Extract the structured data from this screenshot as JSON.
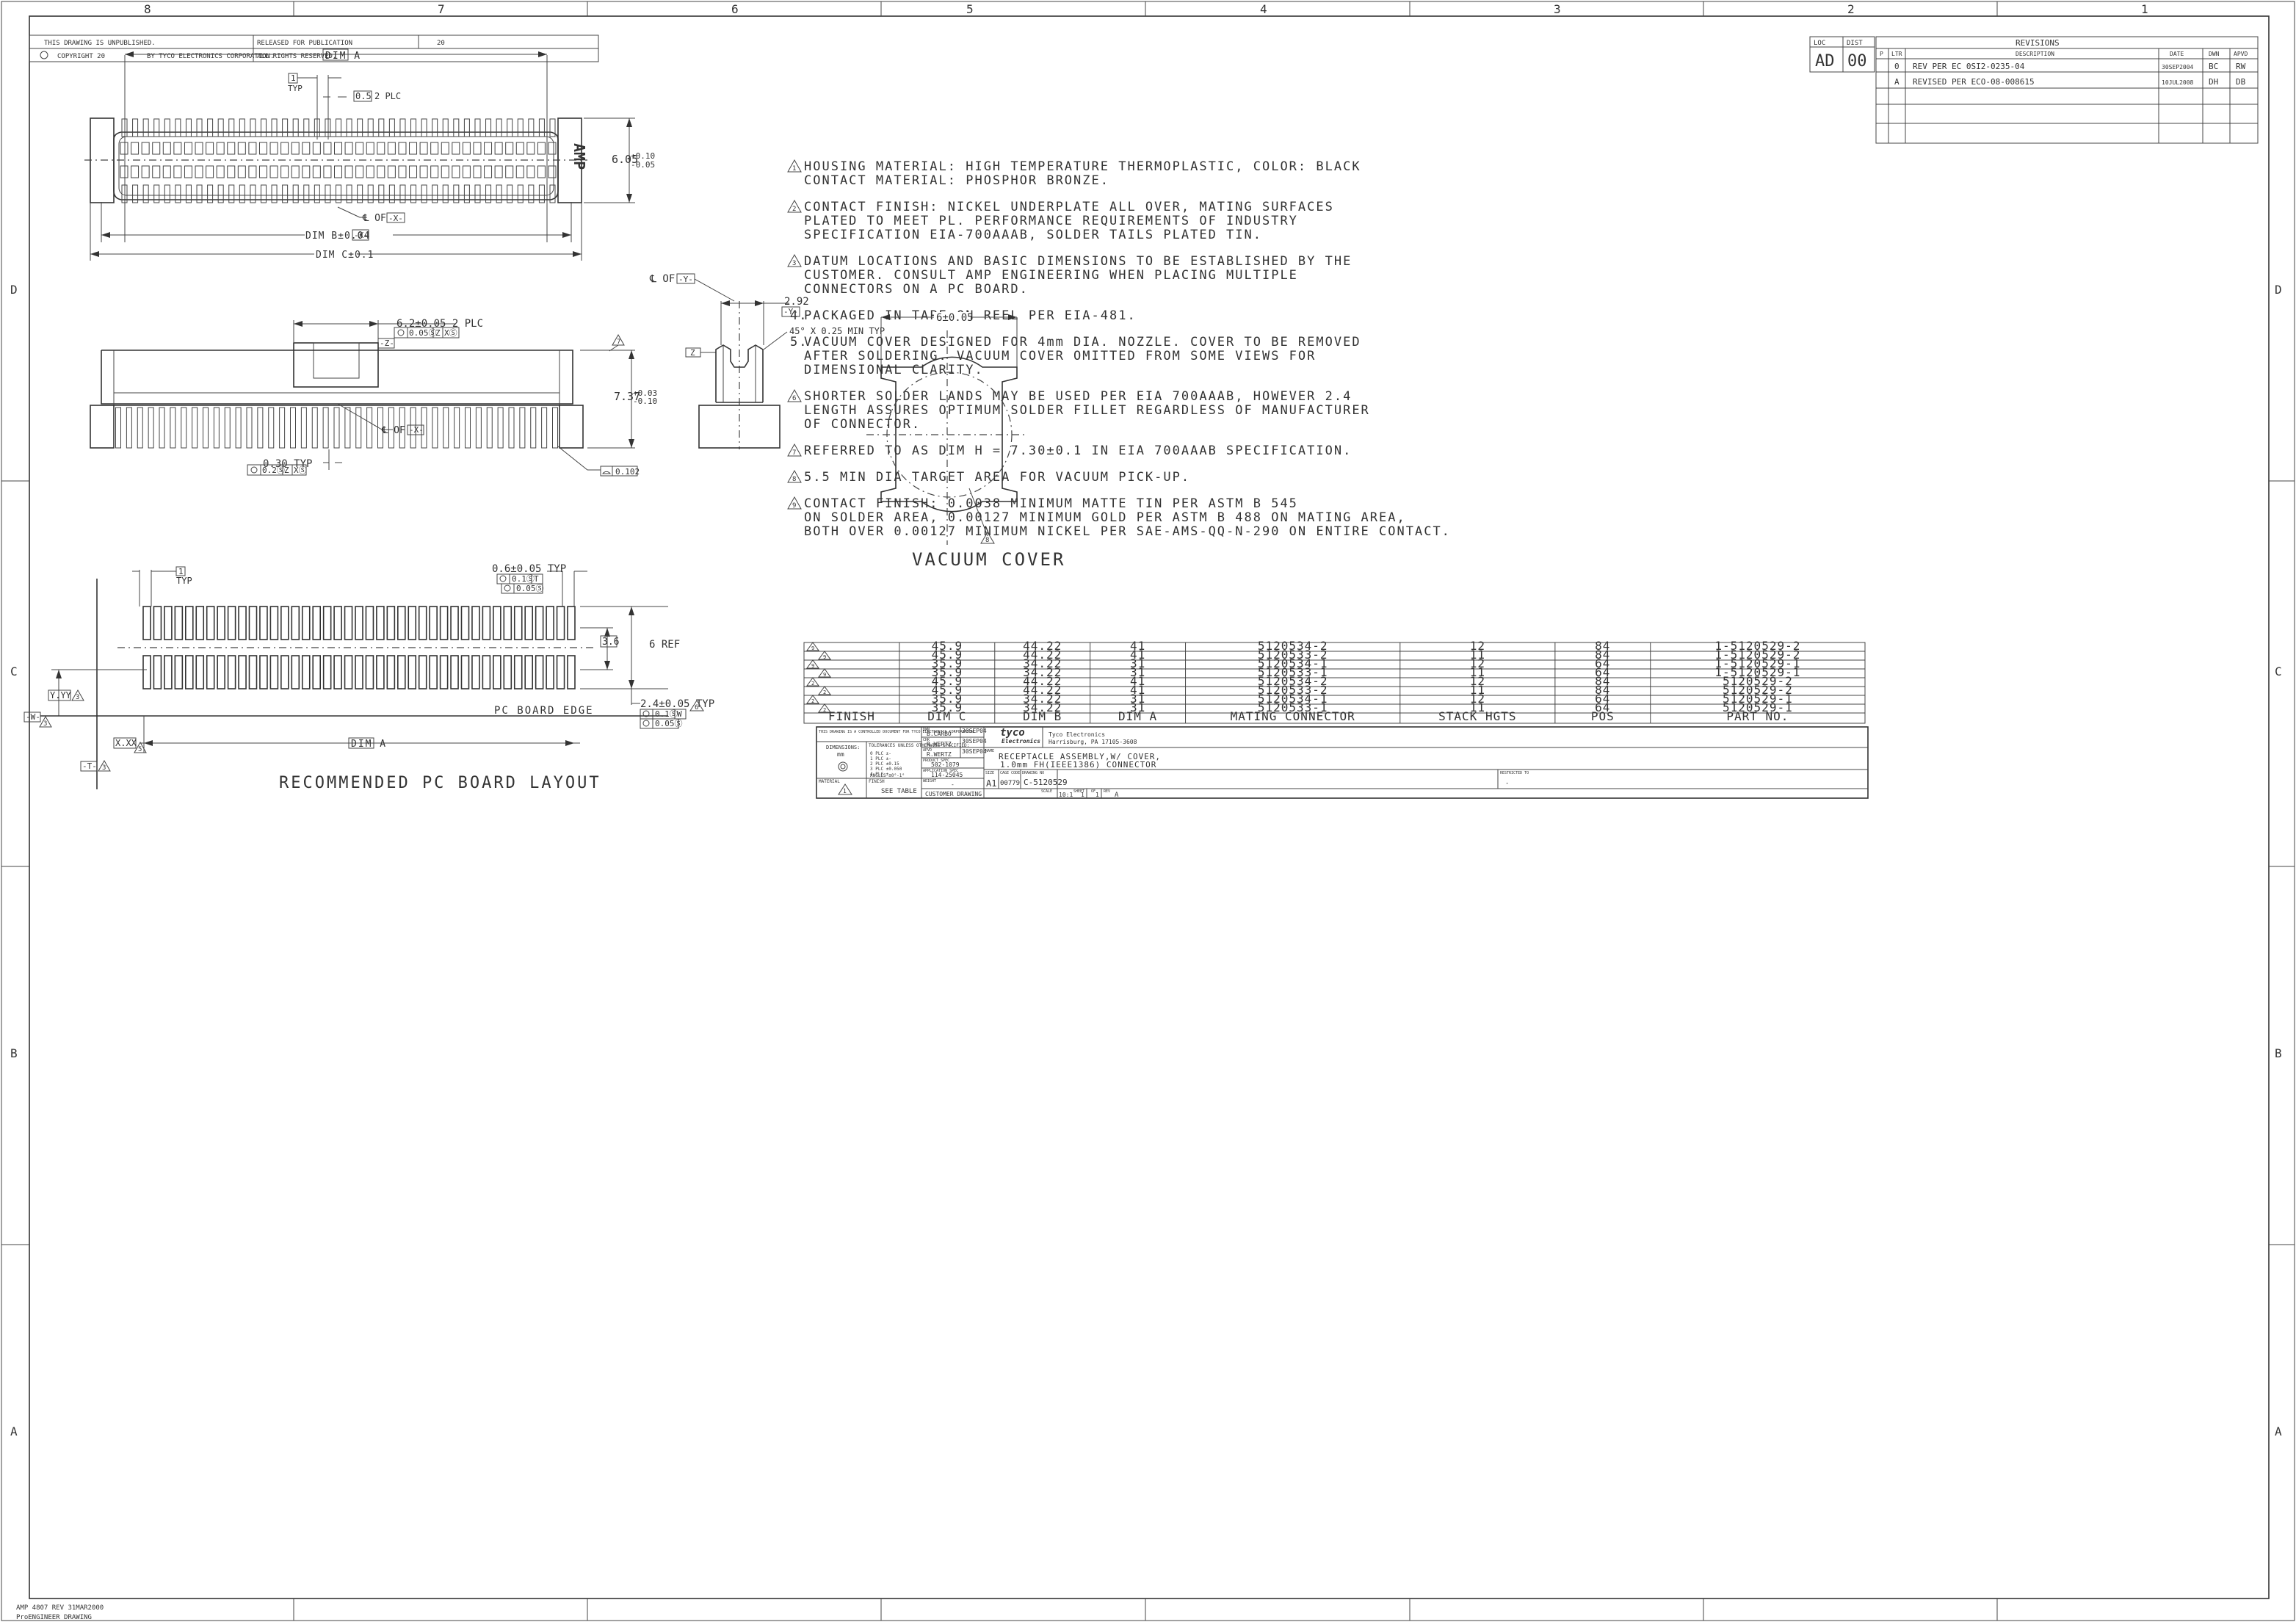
{
  "zones": {
    "columns": [
      "8",
      "7",
      "6",
      "5",
      "4",
      "3",
      "2",
      "1"
    ],
    "rows": [
      "D",
      "C",
      "B",
      "A"
    ]
  },
  "title_strip": {
    "unpublished": "THIS DRAWING IS UNPUBLISHED.",
    "copyright": "COPYRIGHT 20",
    "by": "BY TYCO ELECTRONICS CORPORATION.",
    "released": "RELEASED FOR PUBLICATION",
    "rights": "ALL RIGHTS RESERVED.",
    "release_code": "20"
  },
  "loc_dist": {
    "loc_label": "LOC",
    "loc": "AD",
    "dist_label": "DIST",
    "dist": "00"
  },
  "revisions": {
    "title": "REVISIONS",
    "headers": [
      "P",
      "LTR",
      "DESCRIPTION",
      "DATE",
      "DWN",
      "APVD"
    ],
    "rows": [
      {
        "ltr": "0",
        "desc": "REV PER EC 0SI2-0235-04",
        "date": "30SEP2004",
        "dwn": "BC",
        "apvd": "RW"
      },
      {
        "ltr": "A",
        "desc": "REVISED PER ECO-08-008615",
        "date": "10JUL2008",
        "dwn": "DH",
        "apvd": "DB"
      }
    ]
  },
  "notes": [
    {
      "num": "1",
      "flag": true,
      "lines": [
        "HOUSING MATERIAL: HIGH TEMPERATURE THERMOPLASTIC,  COLOR: BLACK",
        "CONTACT MATERIAL: PHOSPHOR BRONZE."
      ]
    },
    {
      "num": "2",
      "flag": true,
      "lines": [
        "CONTACT FINISH: NICKEL UNDERPLATE ALL OVER, MATING SURFACES",
        "PLATED TO MEET PL. PERFORMANCE REQUIREMENTS OF INDUSTRY",
        "SPECIFICATION EIA-700AAAB, SOLDER TAILS PLATED TIN."
      ]
    },
    {
      "num": "3",
      "flag": true,
      "lines": [
        "DATUM LOCATIONS AND BASIC DIMENSIONS TO BE ESTABLISHED BY THE",
        "CUSTOMER. CONSULT AMP ENGINEERING WHEN PLACING MULTIPLE",
        "CONNECTORS ON A PC BOARD."
      ]
    },
    {
      "num": "4.",
      "flag": false,
      "lines": [
        "PACKAGED IN TAPE ON REEL PER EIA-481."
      ]
    },
    {
      "num": "5.",
      "flag": false,
      "lines": [
        "VACUUM COVER DESIGNED FOR 4mm DIA. NOZZLE. COVER TO BE REMOVED",
        "AFTER SOLDERING. VACUUM COVER OMITTED FROM SOME VIEWS FOR",
        "DIMENSIONAL CLARITY."
      ]
    },
    {
      "num": "6",
      "flag": true,
      "lines": [
        "SHORTER SOLDER LANDS MAY BE USED PER EIA 700AAAB, HOWEVER 2.4",
        "LENGTH ASSURES OPTIMUM SOLDER FILLET REGARDLESS OF MANUFACTURER",
        "OF CONNECTOR."
      ]
    },
    {
      "num": "7",
      "flag": true,
      "lines": [
        "REFERRED TO AS DIM H = 7.30±0.1 IN EIA 700AAAB SPECIFICATION."
      ]
    },
    {
      "num": "8",
      "flag": true,
      "lines": [
        "5.5 MIN DIA TARGET AREA FOR VACUUM PICK-UP."
      ]
    },
    {
      "num": "9",
      "flag": true,
      "lines": [
        "CONTACT FINISH: 0.0038  MINIMUM MATTE TIN PER ASTM B 545",
        "ON SOLDER AREA, 0.00127 MINIMUM GOLD PER ASTM B 488 ON MATING AREA,",
        "BOTH OVER 0.00127 MINIMUM NICKEL PER SAE-AMS-QQ-N-290 ON ENTIRE CONTACT."
      ]
    }
  ],
  "top_view": {
    "dim_a": "DIM A",
    "typ_box": "1",
    "typ": "TYP",
    "plc_box": "0.5",
    "plc": "2 PLC",
    "height": "6.05",
    "height_tol_plus": "+0.10",
    "height_tol_minus": "-0.05",
    "cl_of": "℄ OF",
    "x_datum": "-X-",
    "dim_b": "DIM B±0.04",
    "dim_c": "DIM C±0.1",
    "logo": "AMP"
  },
  "side_view": {
    "width": "6.2±0.05 2 PLC",
    "fcf_tol": "0.05Ⓢ",
    "fcf_ref1": "Z",
    "fcf_ref2": "XⓈ",
    "z_datum": "-Z-",
    "note7": "7",
    "height": "7.37",
    "height_tol_plus": "+0.03",
    "height_tol_minus": "-0.10",
    "cl_of": "℄ OF",
    "x_datum": "-X-",
    "pitch": "0.30 TYP",
    "pos_tol": "0.2Ⓢ",
    "pos_ref1": "Z",
    "pos_ref2": "XⓈ",
    "flatness": "0.102"
  },
  "end_view": {
    "cl_of": "℄ OF",
    "y_datum": "-Y-",
    "width": "2.92",
    "chamfer": "45° X 0.25 MIN TYP",
    "z_label": "Z"
  },
  "vacuum_cover": {
    "width": "6±0.05",
    "note8": "8",
    "label": "VACUUM COVER"
  },
  "pcb_layout": {
    "typ_box": "1",
    "typ": "TYP",
    "pad_width": "0.6±0.05 TYP",
    "fcf1_tol": "0.1Ⓢ",
    "fcf1_ref": "T",
    "fcf2_tol": "0.05Ⓢ",
    "row_pitch": "3.6",
    "ref": "6 REF",
    "yy": "Y.YY",
    "note3": "3",
    "w_datum": "-W-",
    "xx": "X.XX",
    "note5": "5",
    "t_datum": "-T-",
    "pcb_edge": "PC BOARD EDGE",
    "dim_a": "DIM A",
    "pad_len": "2.4±0.05 TYP",
    "note6": "6",
    "pfcf1_tol": "0.1Ⓢ",
    "pfcf1_ref": "W",
    "pfcf2_tol": "0.05Ⓢ",
    "label": "RECOMMENDED PC BOARD LAYOUT"
  },
  "part_table": {
    "headers": [
      "FINISH",
      "DIM C",
      "DIM B",
      "DIM A",
      "MATING CONNECTOR",
      "STACK HGTS",
      "POS",
      "PART NO."
    ],
    "rows": [
      {
        "flag": "9",
        "sub": "",
        "c": "45.9",
        "b": "44.22",
        "a": "41",
        "mate": "5120534-2",
        "stack": "12",
        "pos": "84",
        "part": "1-5120529-2"
      },
      {
        "flag": "",
        "sub": "9",
        "c": "45.9",
        "b": "44.22",
        "a": "41",
        "mate": "5120533-2",
        "stack": "11",
        "pos": "84",
        "part": "1-5120529-2"
      },
      {
        "flag": "9",
        "sub": "",
        "c": "35.9",
        "b": "34.22",
        "a": "31",
        "mate": "5120534-1",
        "stack": "12",
        "pos": "64",
        "part": "1-5120529-1"
      },
      {
        "flag": "",
        "sub": "9",
        "c": "35.9",
        "b": "34.22",
        "a": "31",
        "mate": "5120533-1",
        "stack": "11",
        "pos": "64",
        "part": "1-5120529-1"
      },
      {
        "flag": "2",
        "sub": "",
        "c": "45.9",
        "b": "44.22",
        "a": "41",
        "mate": "5120534-2",
        "stack": "12",
        "pos": "84",
        "part": "5120529-2"
      },
      {
        "flag": "",
        "sub": "2",
        "c": "45.9",
        "b": "44.22",
        "a": "41",
        "mate": "5120533-2",
        "stack": "11",
        "pos": "84",
        "part": "5120529-2"
      },
      {
        "flag": "2",
        "sub": "",
        "c": "35.9",
        "b": "34.22",
        "a": "31",
        "mate": "5120534-1",
        "stack": "12",
        "pos": "64",
        "part": "5120529-1"
      },
      {
        "flag": "",
        "sub": "2",
        "c": "35.9",
        "b": "34.22",
        "a": "31",
        "mate": "5120533-1",
        "stack": "11",
        "pos": "64",
        "part": "5120529-1"
      }
    ]
  },
  "title_block": {
    "dwn_label": "DWN",
    "dwn": "B.CARBO",
    "dwn_date": "30SEP04",
    "chk_label": "CHK",
    "chk": "R.WERTZ",
    "chk_date": "30SEP04",
    "apvd_label": "APVD",
    "apvd": "R.WERTZ",
    "apvd_date": "30SEP04",
    "product_spec_label": "PRODUCT SPEC",
    "product_spec": "502-1079",
    "app_spec_label": "APPLICATION SPEC",
    "app_spec": "114-25045",
    "weight_label": "WEIGHT",
    "weight": "-",
    "finish_label": "FINISH",
    "finish": "SEE TABLE",
    "material_label": "MATERIAL",
    "material_flag": "1",
    "dimensions_label": "DIMENSIONS:",
    "units": "mm",
    "tol_heading": "TOLERANCES UNLESS OTHERWISE SPECIFIED:",
    "tol_lines": [
      "0 PLC    ±-",
      "1 PLC    ±-",
      "2 PLC    ±0.15",
      "3 PLC    ±0.050",
      "4 PLC    ±-",
      "ANGLES   ±0°-1°"
    ],
    "company": "Tyco Electronics",
    "address": "Harrisburg, PA 17105-3608",
    "logo_top": "tyco",
    "logo_bottom": "Electronics",
    "name_label": "NAME",
    "name1": "RECEPTACLE ASSEMBLY,W/ COVER,",
    "name2": "1.0mm FH(IEEE1386) CONNECTOR",
    "size_label": "SIZE",
    "size": "A1",
    "cage_label": "CAGE CODE",
    "cage": "00779",
    "dwg_label": "DRAWING NO",
    "dwg": "C-5120529",
    "restricted_label": "RESTRICTED TO",
    "restricted": "-",
    "customer": "CUSTOMER DRAWING",
    "scale_label": "SCALE",
    "scale": "10:1",
    "sheet_label": "SHEET",
    "sheet": "1",
    "of_label": "OF",
    "of": "1",
    "rev_label": "REV",
    "rev": "A",
    "tiny_notice": "THIS DRAWING IS A CONTROLLED DOCUMENT FOR TYCO ELECTRONICS CORPORATION."
  },
  "footer": {
    "line1": "AMP 4807 REV 31MAR2000",
    "line2": "ProENGINEER DRAWING"
  }
}
